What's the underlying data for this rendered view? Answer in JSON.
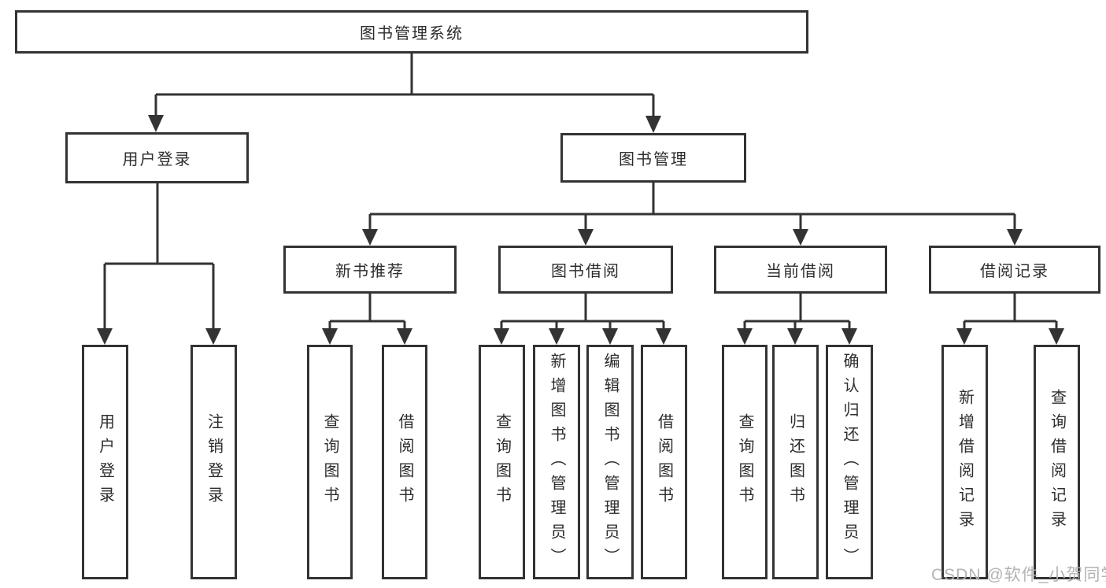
{
  "tree": {
    "root": {
      "label": "图书管理系统"
    },
    "children": [
      {
        "label": "用户登录",
        "children": [
          {
            "label": "用户登录"
          },
          {
            "label": "注销登录"
          }
        ]
      },
      {
        "label": "图书管理",
        "children": [
          {
            "label": "新书推荐",
            "children": [
              {
                "label": "查询图书"
              },
              {
                "label": "借阅图书"
              }
            ]
          },
          {
            "label": "图书借阅",
            "children": [
              {
                "label": "查询图书"
              },
              {
                "label": "新增图书（管理员）"
              },
              {
                "label": "编辑图书（管理员）"
              },
              {
                "label": "借阅图书"
              }
            ]
          },
          {
            "label": "当前借阅",
            "children": [
              {
                "label": "查询图书"
              },
              {
                "label": "归还图书"
              },
              {
                "label": "确认归还（管理员）"
              }
            ]
          },
          {
            "label": "借阅记录",
            "children": [
              {
                "label": "新增借阅记录"
              },
              {
                "label": "查询借阅记录"
              }
            ]
          }
        ]
      }
    ]
  },
  "watermark": {
    "text": "CSDN @软件_小贺同学"
  },
  "style": {
    "line_color": "#333333",
    "box_border_color": "#333333",
    "text_color": "#2d2d2d",
    "watermark_color": "#b3b3b3",
    "background": "#ffffff"
  }
}
